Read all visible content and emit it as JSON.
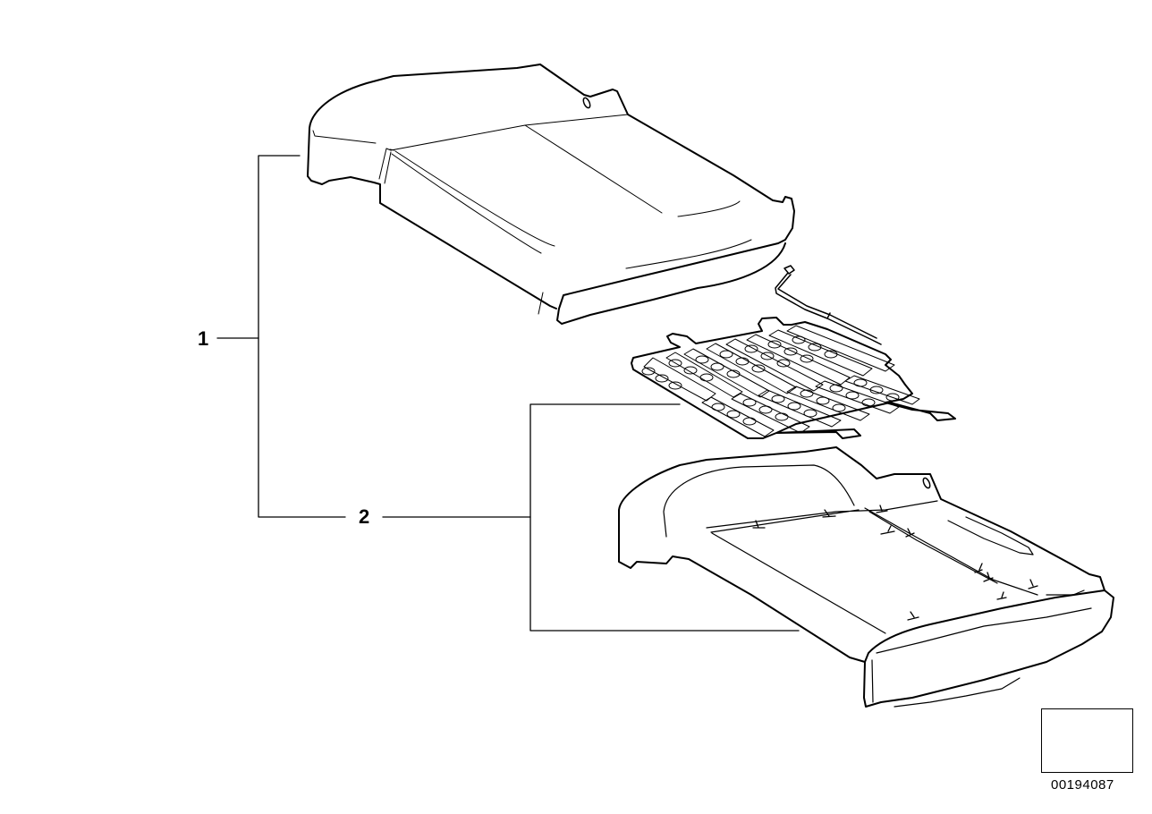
{
  "diagram": {
    "type": "exploded parts illustration",
    "subject": "seat cushion assembly",
    "callouts": [
      {
        "id": "1",
        "label": "1"
      },
      {
        "id": "2",
        "label": "2"
      }
    ],
    "parts": [
      {
        "name": "seat cushion cover / upholstery pad",
        "callout": "1"
      },
      {
        "name": "heating element mat with connector",
        "callout": "1"
      },
      {
        "name": "seat cushion foam pad",
        "callout": "2"
      }
    ],
    "reference_number": "00194087",
    "orientation_icon": "arrow-down-left-icon",
    "colors": {
      "line": "#000000",
      "background": "#ffffff"
    }
  }
}
